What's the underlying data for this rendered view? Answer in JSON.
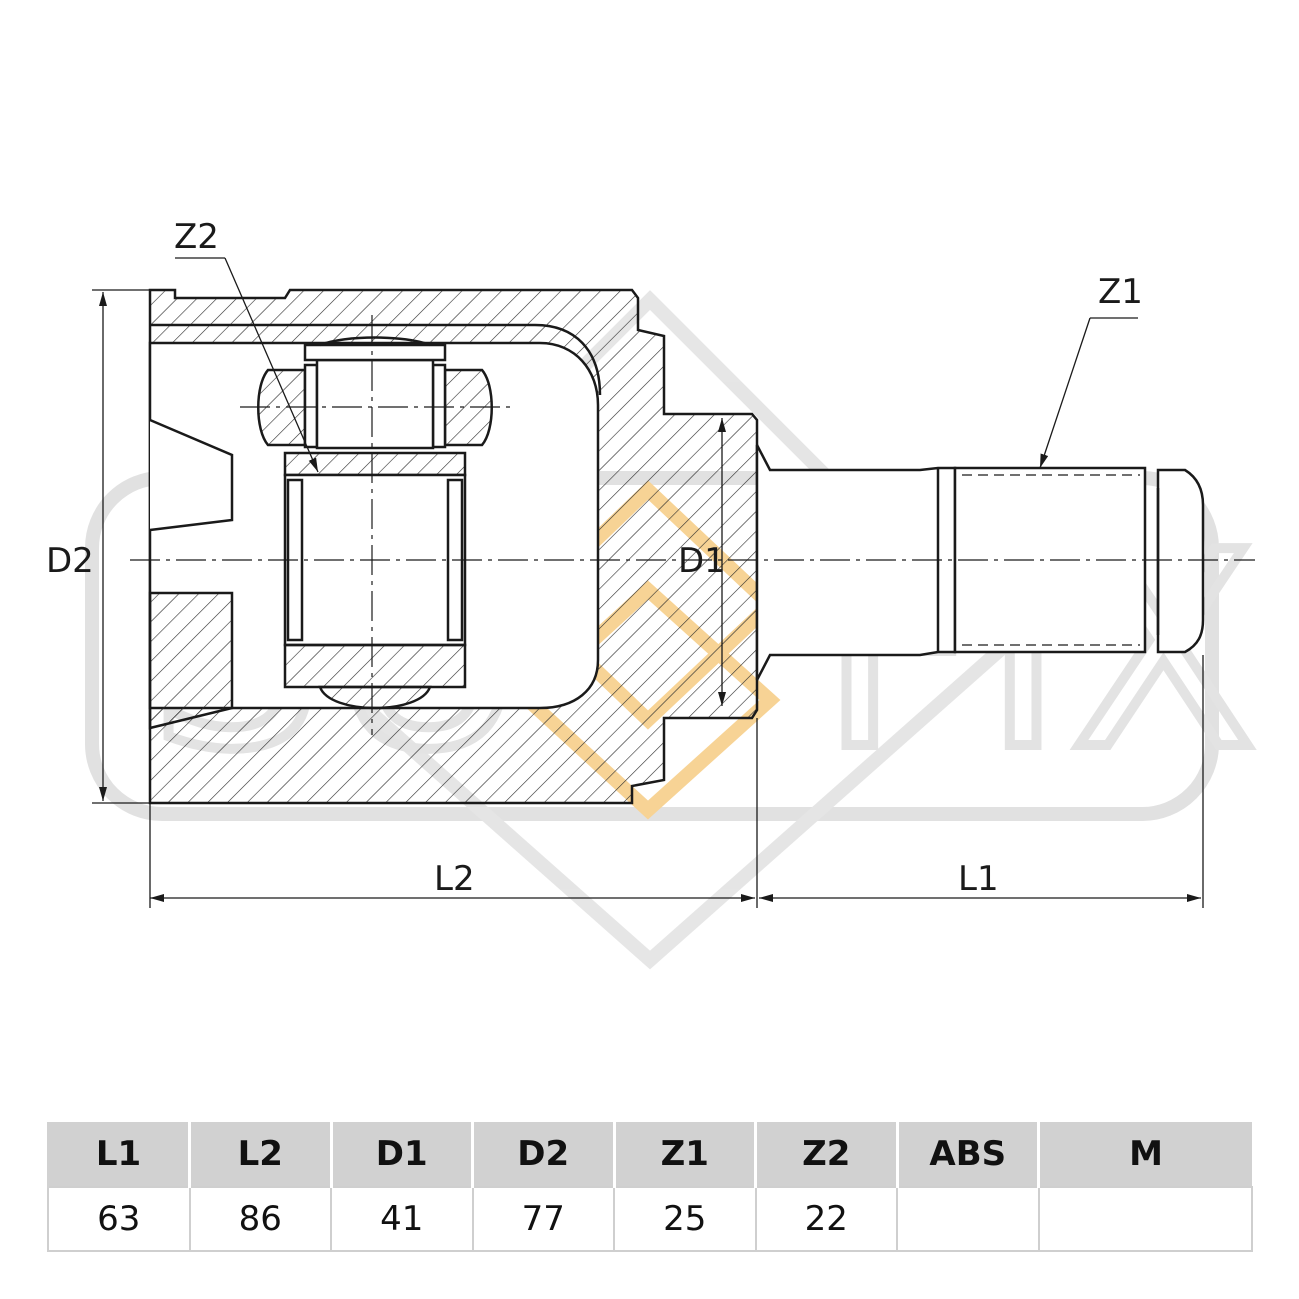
{
  "drawing": {
    "brand_watermark": "SUFIX",
    "labels": {
      "z2": "Z2",
      "z1": "Z1",
      "d2": "D2",
      "d1": "D1",
      "l2": "L2",
      "l1": "L1"
    }
  },
  "spec_table": {
    "headers": [
      "L1",
      "L2",
      "D1",
      "D2",
      "Z1",
      "Z2",
      "ABS",
      "M"
    ],
    "values": [
      "63",
      "86",
      "41",
      "77",
      "25",
      "22",
      "",
      ""
    ]
  },
  "colors": {
    "line": "#1a1a1a",
    "watermark_gray": "#d9d9d9",
    "watermark_accent": "#f5c57a",
    "table_header_bg": "#d1d1d1"
  }
}
